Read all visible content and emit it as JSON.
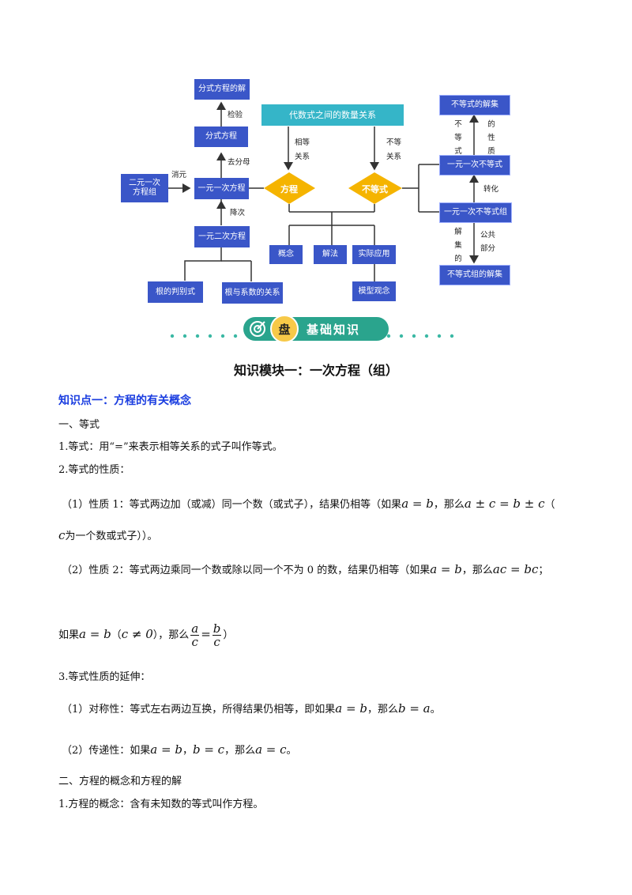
{
  "diagram": {
    "top_bar": "代数式之间的数量关系",
    "left_col": {
      "fraction_solution": "分式方程的解",
      "check_label": "检验",
      "fraction_equation": "分式方程",
      "clear_denominator_label": "去分母",
      "linear_one": "一元一次方程",
      "binary_linear_line1": "二元一次",
      "binary_linear_line2": "方程组",
      "elimination_label": "消元",
      "degree_reduce_label": "降次",
      "quadratic": "一元二次方程",
      "discriminant": "根的判别式",
      "vieta": "根与系数的关系"
    },
    "center": {
      "equal_label_1": "相等",
      "equal_label_2": "关系",
      "unequal_label_1": "不等",
      "unequal_label_2": "关系",
      "equation_diamond": "方程",
      "inequality_diamond": "不等式",
      "concept": "概念",
      "solution_method": "解法",
      "application": "实际应用",
      "model": "模型观念"
    },
    "right_col": {
      "inequality_solution_set": "不等式的解集",
      "inequality_chars": [
        "不",
        "等",
        "式"
      ],
      "property_chars": [
        "的",
        "性",
        "质"
      ],
      "linear_inequality": "一元一次不等式",
      "transform_label": "转化",
      "linear_inequality_group": "一元一次不等式组",
      "solution_set_chars": [
        "解",
        "集",
        "的"
      ],
      "common_part_1": "公共",
      "common_part_2": "部分",
      "group_solution_set": "不等式组的解集"
    },
    "banner": {
      "badge_char": "盘",
      "title": "基础知识"
    }
  },
  "doc": {
    "module_title": "知识模块一：一次方程（组）",
    "point_title": "知识点一：方程的有关概念",
    "sec1": "一、等式",
    "def1": "1.等式：用“=”来表示相等关系的式子叫作等式。",
    "def2": "2.等式的性质：",
    "prop1_a": "（1）性质 1：等式两边加（或减）同一个数（或式子），结果仍相等（如果",
    "prop1_m1": "a = b",
    "prop1_b": "，那么",
    "prop1_m2": "a ± c = b ± c",
    "prop1_c": "（",
    "prop1_m3": "c",
    "prop1_d": "为一个数或式子））。",
    "prop2_a": "（2）性质 2：等式两边乘同一个数或除以同一个不为 0 的数，结果仍相等（如果",
    "prop2_m1": "a = b",
    "prop2_b": "，那么",
    "prop2_m2": "ac = bc",
    "prop2_c": "；",
    "prop2_e": "如果",
    "prop2_m3": "a = b",
    "prop2_f": "（",
    "prop2_m4": "c ≠ 0",
    "prop2_g": "），那么",
    "prop2_frac_a": "a",
    "prop2_frac_c1": "c",
    "prop2_eq": "=",
    "prop2_frac_b": "b",
    "prop2_frac_c2": "c",
    "prop2_h": "）",
    "ext": "3.等式性质的延伸：",
    "sym_a": "（1）对称性：等式左右两边互换，所得结果仍相等，即如果",
    "sym_m1": "a = b",
    "sym_b": "，那么",
    "sym_m2": "b = a",
    "sym_c": "。",
    "trans_a": "（2）传递性：如果",
    "trans_m1": "a = b",
    "trans_b": "，",
    "trans_m2": "b = c",
    "trans_c": "，那么",
    "trans_m3": "a = c",
    "trans_d": "。",
    "sec2": "二、方程的概念和方程的解",
    "def3": "1.方程的概念：含有未知数的等式叫作方程。"
  }
}
